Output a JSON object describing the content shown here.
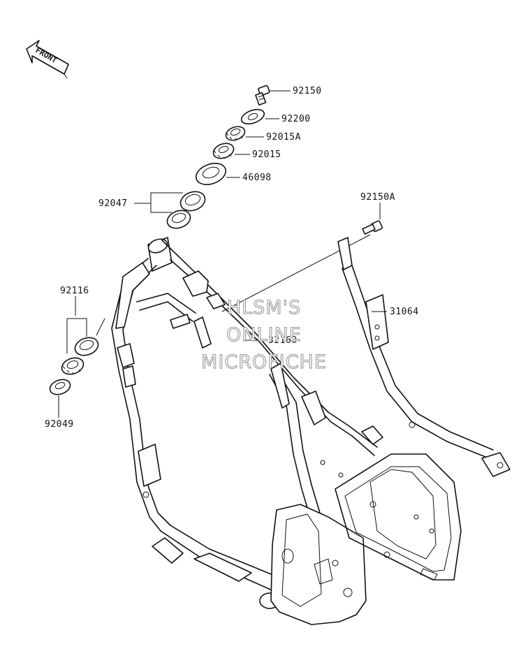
{
  "front_indicator": {
    "label": "FRONT"
  },
  "parts": [
    {
      "id": "92150",
      "label": "92150"
    },
    {
      "id": "92200",
      "label": "92200"
    },
    {
      "id": "92015A",
      "label": "92015A"
    },
    {
      "id": "92015",
      "label": "92015"
    },
    {
      "id": "46098",
      "label": "46098"
    },
    {
      "id": "92047",
      "label": "92047"
    },
    {
      "id": "92150A",
      "label": "92150A"
    },
    {
      "id": "31064",
      "label": "31064"
    },
    {
      "id": "32160",
      "label": "32160"
    },
    {
      "id": "92116",
      "label": "92116"
    },
    {
      "id": "92049",
      "label": "92049"
    }
  ],
  "watermark": {
    "line1": "HLSM'S",
    "line2": "ONLINE",
    "line3": "MICROFICHE"
  }
}
